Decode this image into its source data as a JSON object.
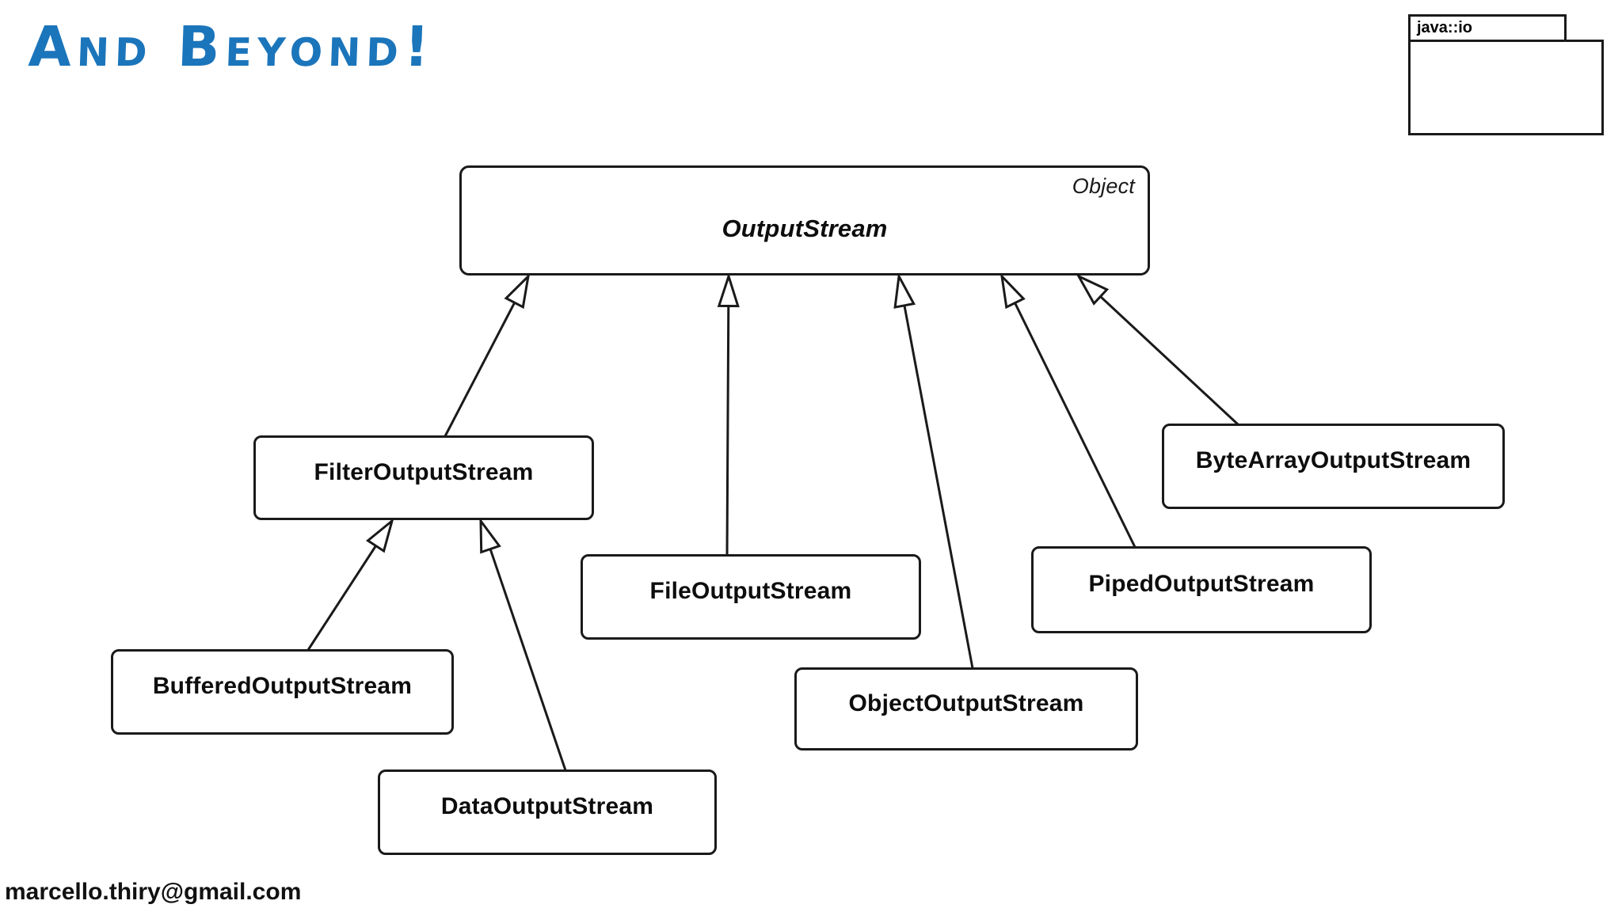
{
  "title": {
    "text": "And Beyond!"
  },
  "package": {
    "name": "java::io"
  },
  "diagram": {
    "classes": [
      {
        "id": "output-stream",
        "label": "OutputStream",
        "annotation": "Object",
        "abstract": true
      },
      {
        "id": "filter-output-stream",
        "label": "FilterOutputStream"
      },
      {
        "id": "buffered-output-stream",
        "label": "BufferedOutputStream"
      },
      {
        "id": "data-output-stream",
        "label": "DataOutputStream"
      },
      {
        "id": "file-output-stream",
        "label": "FileOutputStream"
      },
      {
        "id": "object-output-stream",
        "label": "ObjectOutputStream"
      },
      {
        "id": "piped-output-stream",
        "label": "PipedOutputStream"
      },
      {
        "id": "byte-array-output-stream",
        "label": "ByteArrayOutputStream"
      }
    ],
    "relations": [
      {
        "from": "FilterOutputStream",
        "to": "OutputStream",
        "type": "generalization"
      },
      {
        "from": "FileOutputStream",
        "to": "OutputStream",
        "type": "generalization"
      },
      {
        "from": "ObjectOutputStream",
        "to": "OutputStream",
        "type": "generalization"
      },
      {
        "from": "PipedOutputStream",
        "to": "OutputStream",
        "type": "generalization"
      },
      {
        "from": "ByteArrayOutputStream",
        "to": "OutputStream",
        "type": "generalization"
      },
      {
        "from": "BufferedOutputStream",
        "to": "FilterOutputStream",
        "type": "generalization"
      },
      {
        "from": "DataOutputStream",
        "to": "FilterOutputStream",
        "type": "generalization"
      }
    ]
  },
  "footer": {
    "email": "marcello.thiry@gmail.com"
  },
  "colors": {
    "title_blue": "#1b75bb",
    "line": "#1a1a1a",
    "box_background": "#ffffff"
  }
}
